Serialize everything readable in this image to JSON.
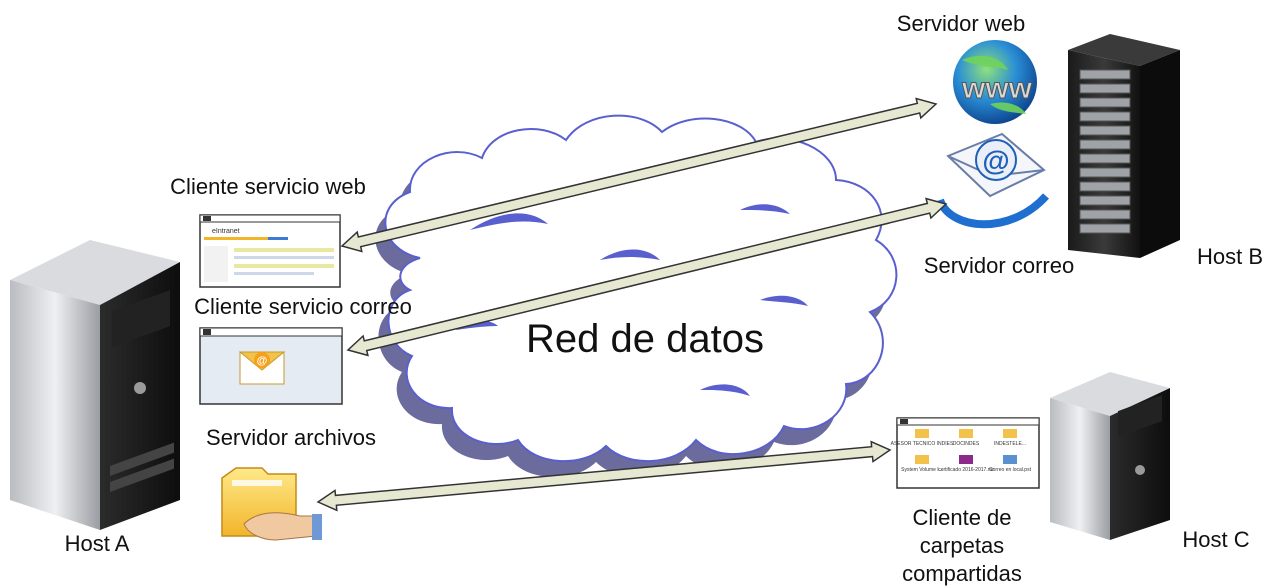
{
  "network": {
    "label": "Red de datos"
  },
  "hosts": {
    "a": {
      "label": "Host A"
    },
    "b": {
      "label": "Host B"
    },
    "c": {
      "label": "Host C"
    }
  },
  "services": {
    "web_server": {
      "label": "Servidor web",
      "icon": "globe-www-icon"
    },
    "mail_server": {
      "label": "Servidor correo",
      "icon": "mail-server-icon"
    },
    "file_server": {
      "label": "Servidor archivos",
      "icon": "shared-folder-icon"
    },
    "web_client": {
      "label": "Cliente servicio web",
      "icon": "intranet-window-icon",
      "window_logo": "eIntranet"
    },
    "mail_client": {
      "label": "Cliente servicio correo",
      "icon": "mail-window-icon"
    },
    "share_client": {
      "label_lines": [
        "Cliente de",
        "carpetas",
        "compartidas"
      ],
      "icon": "folder-window-icon",
      "files": [
        {
          "name": "ASESOR TECNICO INDIES",
          "kind": "folder"
        },
        {
          "name": "DOCINDES",
          "kind": "folder"
        },
        {
          "name": "INDESTELE...",
          "kind": "folder"
        },
        {
          "name": "System Volume I...",
          "kind": "folder"
        },
        {
          "name": "certificado 2016-2017.rar",
          "kind": "archive"
        },
        {
          "name": "Correo en local.pst",
          "kind": "file"
        }
      ]
    }
  },
  "colors": {
    "arrow_fill": "#e6e8d2",
    "arrow_stroke": "#333333",
    "cloud_fill": "#ffffff",
    "cloud_shadow": "#6b6b9e",
    "cloud_accent": "#5a5fcf"
  }
}
